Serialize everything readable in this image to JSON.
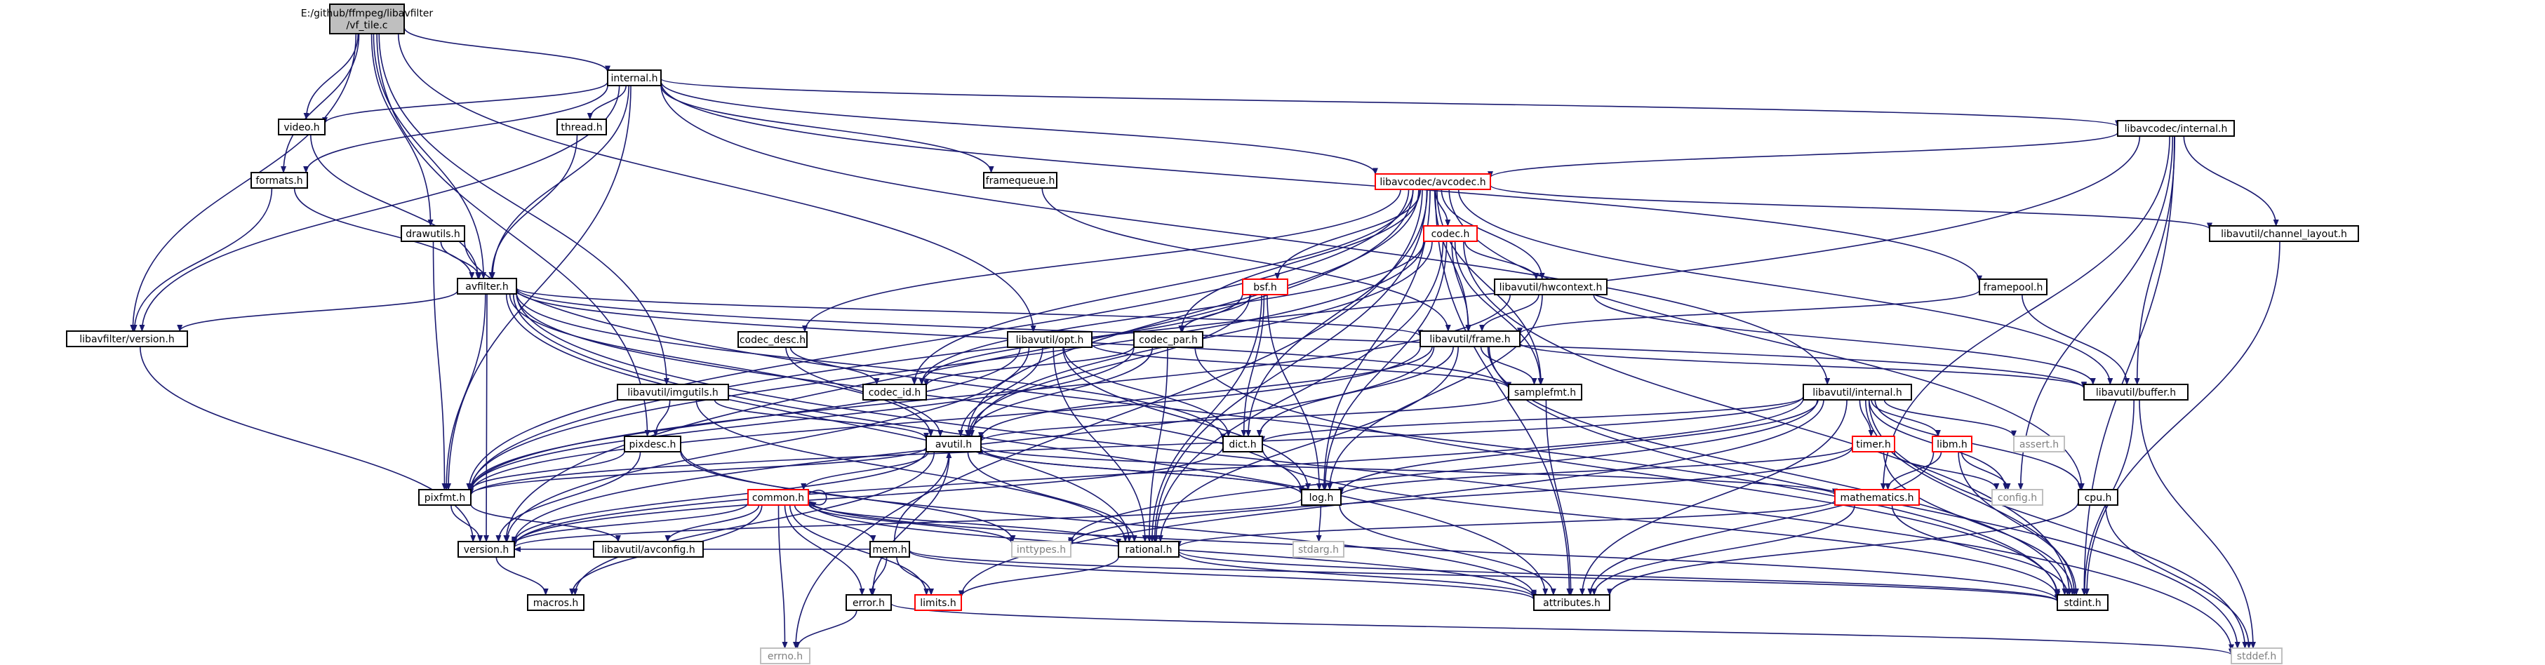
{
  "colors": {
    "edge": "#191970",
    "root_fill": "#bfbfbf",
    "box_border": "#000000",
    "truncated_border": "#ff0000",
    "external_border": "#bfbfbf",
    "external_text": "#7f7f7f"
  },
  "nodes": [
    {
      "id": "root",
      "label": "E:/github/ffmpeg/libavfilter\n/vf_tile.c",
      "kind": "root"
    },
    {
      "id": "internal_h",
      "label": "internal.h",
      "kind": "normal"
    },
    {
      "id": "video_h",
      "label": "video.h",
      "kind": "normal"
    },
    {
      "id": "thread_h",
      "label": "thread.h",
      "kind": "normal"
    },
    {
      "id": "formats_h",
      "label": "formats.h",
      "kind": "normal"
    },
    {
      "id": "framequeue_h",
      "label": "framequeue.h",
      "kind": "normal"
    },
    {
      "id": "drawutils_h",
      "label": "drawutils.h",
      "kind": "normal"
    },
    {
      "id": "avfilter_h",
      "label": "avfilter.h",
      "kind": "normal"
    },
    {
      "id": "lavfi_version_h",
      "label": "libavfilter/version.h",
      "kind": "normal"
    },
    {
      "id": "lavc_internal_h",
      "label": "libavcodec/internal.h",
      "kind": "normal"
    },
    {
      "id": "lavc_avcodec_h",
      "label": "libavcodec/avcodec.h",
      "kind": "truncated"
    },
    {
      "id": "codec_h",
      "label": "codec.h",
      "kind": "truncated"
    },
    {
      "id": "bsf_h",
      "label": "bsf.h",
      "kind": "truncated"
    },
    {
      "id": "hwcontext_h",
      "label": "libavutil/hwcontext.h",
      "kind": "normal"
    },
    {
      "id": "channel_layout_h",
      "label": "libavutil/channel_layout.h",
      "kind": "normal"
    },
    {
      "id": "framepool_h",
      "label": "framepool.h",
      "kind": "normal"
    },
    {
      "id": "codec_desc_h",
      "label": "codec_desc.h",
      "kind": "normal"
    },
    {
      "id": "codec_par_h",
      "label": "codec_par.h",
      "kind": "normal"
    },
    {
      "id": "opt_h",
      "label": "libavutil/opt.h",
      "kind": "normal"
    },
    {
      "id": "frame_h",
      "label": "libavutil/frame.h",
      "kind": "normal"
    },
    {
      "id": "buffer_h",
      "label": "libavutil/buffer.h",
      "kind": "normal"
    },
    {
      "id": "codec_id_h",
      "label": "codec_id.h",
      "kind": "normal"
    },
    {
      "id": "imgutils_h",
      "label": "libavutil/imgutils.h",
      "kind": "normal"
    },
    {
      "id": "samplefmt_h",
      "label": "samplefmt.h",
      "kind": "normal"
    },
    {
      "id": "lavu_internal_h",
      "label": "libavutil/internal.h",
      "kind": "normal"
    },
    {
      "id": "pixdesc_h",
      "label": "pixdesc.h",
      "kind": "normal"
    },
    {
      "id": "avutil_h",
      "label": "avutil.h",
      "kind": "normal"
    },
    {
      "id": "dict_h",
      "label": "dict.h",
      "kind": "normal"
    },
    {
      "id": "timer_h",
      "label": "timer.h",
      "kind": "truncated"
    },
    {
      "id": "libm_h",
      "label": "libm.h",
      "kind": "truncated"
    },
    {
      "id": "assert_h",
      "label": "assert.h",
      "kind": "external"
    },
    {
      "id": "pixfmt_h",
      "label": "pixfmt.h",
      "kind": "normal"
    },
    {
      "id": "log_h",
      "label": "log.h",
      "kind": "normal"
    },
    {
      "id": "mathematics_h",
      "label": "mathematics.h",
      "kind": "truncated"
    },
    {
      "id": "config_h",
      "label": "config.h",
      "kind": "external"
    },
    {
      "id": "cpu_h",
      "label": "cpu.h",
      "kind": "normal"
    },
    {
      "id": "common_h",
      "label": "common.h",
      "kind": "truncated"
    },
    {
      "id": "version_h",
      "label": "version.h",
      "kind": "normal"
    },
    {
      "id": "avconfig_h",
      "label": "libavutil/avconfig.h",
      "kind": "normal"
    },
    {
      "id": "inttypes_h",
      "label": "inttypes.h",
      "kind": "external"
    },
    {
      "id": "mem_h",
      "label": "mem.h",
      "kind": "normal"
    },
    {
      "id": "rational_h",
      "label": "rational.h",
      "kind": "normal"
    },
    {
      "id": "stdarg_h",
      "label": "stdarg.h",
      "kind": "external"
    },
    {
      "id": "macros_h",
      "label": "macros.h",
      "kind": "normal"
    },
    {
      "id": "error_h",
      "label": "error.h",
      "kind": "normal"
    },
    {
      "id": "limits_h",
      "label": "limits.h",
      "kind": "truncated"
    },
    {
      "id": "attributes_h",
      "label": "attributes.h",
      "kind": "normal"
    },
    {
      "id": "stdint_h",
      "label": "stdint.h",
      "kind": "normal"
    },
    {
      "id": "errno_h",
      "label": "errno.h",
      "kind": "external"
    },
    {
      "id": "stddef_h",
      "label": "stddef.h",
      "kind": "external"
    }
  ],
  "edges": [
    [
      "root",
      "internal_h"
    ],
    [
      "root",
      "video_h"
    ],
    [
      "root",
      "formats_h"
    ],
    [
      "root",
      "drawutils_h"
    ],
    [
      "root",
      "avfilter_h"
    ],
    [
      "root",
      "lavfi_version_h"
    ],
    [
      "root",
      "pixdesc_h"
    ],
    [
      "root",
      "opt_h"
    ],
    [
      "root",
      "imgutils_h"
    ],
    [
      "internal_h",
      "video_h"
    ],
    [
      "internal_h",
      "thread_h"
    ],
    [
      "internal_h",
      "formats_h"
    ],
    [
      "internal_h",
      "framequeue_h"
    ],
    [
      "internal_h",
      "avfilter_h"
    ],
    [
      "internal_h",
      "lavfi_version_h"
    ],
    [
      "internal_h",
      "lavc_internal_h"
    ],
    [
      "internal_h",
      "lavc_avcodec_h"
    ],
    [
      "internal_h",
      "framepool_h"
    ],
    [
      "internal_h",
      "lavu_internal_h"
    ],
    [
      "internal_h",
      "pixfmt_h"
    ],
    [
      "video_h",
      "avfilter_h"
    ],
    [
      "thread_h",
      "avfilter_h"
    ],
    [
      "formats_h",
      "avfilter_h"
    ],
    [
      "formats_h",
      "lavfi_version_h"
    ],
    [
      "framequeue_h",
      "frame_h"
    ],
    [
      "drawutils_h",
      "avfilter_h"
    ],
    [
      "drawutils_h",
      "pixfmt_h"
    ],
    [
      "drawutils_h",
      "stdint_h"
    ],
    [
      "avfilter_h",
      "lavfi_version_h"
    ],
    [
      "avfilter_h",
      "attributes_h"
    ],
    [
      "avfilter_h",
      "avutil_h"
    ],
    [
      "avfilter_h",
      "buffer_h"
    ],
    [
      "avfilter_h",
      "dict_h"
    ],
    [
      "avfilter_h",
      "frame_h"
    ],
    [
      "avfilter_h",
      "log_h"
    ],
    [
      "avfilter_h",
      "samplefmt_h"
    ],
    [
      "avfilter_h",
      "pixfmt_h"
    ],
    [
      "avfilter_h",
      "rational_h"
    ],
    [
      "avfilter_h",
      "stddef_h"
    ],
    [
      "avfilter_h",
      "version_h"
    ],
    [
      "lavfi_version_h",
      "version_h"
    ],
    [
      "lavc_internal_h",
      "lavc_avcodec_h"
    ],
    [
      "lavc_internal_h",
      "channel_layout_h"
    ],
    [
      "lavc_internal_h",
      "buffer_h"
    ],
    [
      "lavc_internal_h",
      "pixfmt_h"
    ],
    [
      "lavc_internal_h",
      "mathematics_h"
    ],
    [
      "lavc_internal_h",
      "config_h"
    ],
    [
      "lavc_internal_h",
      "stdint_h"
    ],
    [
      "lavc_avcodec_h",
      "errno_h"
    ],
    [
      "lavc_avcodec_h",
      "samplefmt_h"
    ],
    [
      "lavc_avcodec_h",
      "attributes_h"
    ],
    [
      "lavc_avcodec_h",
      "avutil_h"
    ],
    [
      "lavc_avcodec_h",
      "buffer_h"
    ],
    [
      "lavc_avcodec_h",
      "cpu_h"
    ],
    [
      "lavc_avcodec_h",
      "channel_layout_h"
    ],
    [
      "lavc_avcodec_h",
      "dict_h"
    ],
    [
      "lavc_avcodec_h",
      "frame_h"
    ],
    [
      "lavc_avcodec_h",
      "hwcontext_h"
    ],
    [
      "lavc_avcodec_h",
      "log_h"
    ],
    [
      "lavc_avcodec_h",
      "pixfmt_h"
    ],
    [
      "lavc_avcodec_h",
      "rational_h"
    ],
    [
      "lavc_avcodec_h",
      "codec_h"
    ],
    [
      "lavc_avcodec_h",
      "codec_desc_h"
    ],
    [
      "lavc_avcodec_h",
      "codec_par_h"
    ],
    [
      "lavc_avcodec_h",
      "codec_id_h"
    ],
    [
      "lavc_avcodec_h",
      "bsf_h"
    ],
    [
      "lavc_avcodec_h",
      "version_h"
    ],
    [
      "codec_h",
      "stdint_h"
    ],
    [
      "codec_h",
      "avutil_h"
    ],
    [
      "codec_h",
      "hwcontext_h"
    ],
    [
      "codec_h",
      "log_h"
    ],
    [
      "codec_h",
      "pixfmt_h"
    ],
    [
      "codec_h",
      "rational_h"
    ],
    [
      "codec_h",
      "samplefmt_h"
    ],
    [
      "codec_h",
      "codec_id_h"
    ],
    [
      "codec_h",
      "frame_h"
    ],
    [
      "bsf_h",
      "dict_h"
    ],
    [
      "bsf_h",
      "log_h"
    ],
    [
      "bsf_h",
      "rational_h"
    ],
    [
      "bsf_h",
      "codec_id_h"
    ],
    [
      "bsf_h",
      "codec_par_h"
    ],
    [
      "bsf_h",
      "avutil_h"
    ],
    [
      "hwcontext_h",
      "buffer_h"
    ],
    [
      "hwcontext_h",
      "frame_h"
    ],
    [
      "hwcontext_h",
      "log_h"
    ],
    [
      "hwcontext_h",
      "pixfmt_h"
    ],
    [
      "channel_layout_h",
      "stdint_h"
    ],
    [
      "framepool_h",
      "buffer_h"
    ],
    [
      "framepool_h",
      "frame_h"
    ],
    [
      "codec_desc_h",
      "avutil_h"
    ],
    [
      "codec_desc_h",
      "codec_id_h"
    ],
    [
      "codec_par_h",
      "stdint_h"
    ],
    [
      "codec_par_h",
      "avutil_h"
    ],
    [
      "codec_par_h",
      "rational_h"
    ],
    [
      "codec_par_h",
      "pixfmt_h"
    ],
    [
      "codec_par_h",
      "codec_id_h"
    ],
    [
      "opt_h",
      "rational_h"
    ],
    [
      "opt_h",
      "avutil_h"
    ],
    [
      "opt_h",
      "dict_h"
    ],
    [
      "opt_h",
      "log_h"
    ],
    [
      "opt_h",
      "pixfmt_h"
    ],
    [
      "opt_h",
      "samplefmt_h"
    ],
    [
      "opt_h",
      "version_h"
    ],
    [
      "frame_h",
      "stddef_h"
    ],
    [
      "frame_h",
      "stdint_h"
    ],
    [
      "frame_h",
      "avutil_h"
    ],
    [
      "frame_h",
      "buffer_h"
    ],
    [
      "frame_h",
      "dict_h"
    ],
    [
      "frame_h",
      "rational_h"
    ],
    [
      "frame_h",
      "samplefmt_h"
    ],
    [
      "frame_h",
      "pixfmt_h"
    ],
    [
      "frame_h",
      "version_h"
    ],
    [
      "buffer_h",
      "stddef_h"
    ],
    [
      "buffer_h",
      "stdint_h"
    ],
    [
      "imgutils_h",
      "avutil_h"
    ],
    [
      "imgutils_h",
      "pixdesc_h"
    ],
    [
      "imgutils_h",
      "rational_h"
    ],
    [
      "samplefmt_h",
      "avutil_h"
    ],
    [
      "samplefmt_h",
      "attributes_h"
    ],
    [
      "lavu_internal_h",
      "limits_h"
    ],
    [
      "lavu_internal_h",
      "stdint_h"
    ],
    [
      "lavu_internal_h",
      "stddef_h"
    ],
    [
      "lavu_internal_h",
      "assert_h"
    ],
    [
      "lavu_internal_h",
      "config_h"
    ],
    [
      "lavu_internal_h",
      "attributes_h"
    ],
    [
      "lavu_internal_h",
      "timer_h"
    ],
    [
      "lavu_internal_h",
      "cpu_h"
    ],
    [
      "lavu_internal_h",
      "dict_h"
    ],
    [
      "lavu_internal_h",
      "pixfmt_h"
    ],
    [
      "lavu_internal_h",
      "version_h"
    ],
    [
      "lavu_internal_h",
      "libm_h"
    ],
    [
      "lavu_internal_h",
      "log_h"
    ],
    [
      "lavu_internal_h",
      "inttypes_h"
    ],
    [
      "pixdesc_h",
      "inttypes_h"
    ],
    [
      "pixdesc_h",
      "attributes_h"
    ],
    [
      "pixdesc_h",
      "pixfmt_h"
    ],
    [
      "pixdesc_h",
      "version_h"
    ],
    [
      "avutil_h",
      "common_h"
    ],
    [
      "avutil_h",
      "error_h"
    ],
    [
      "avutil_h",
      "rational_h"
    ],
    [
      "avutil_h",
      "version_h"
    ],
    [
      "avutil_h",
      "macros_h"
    ],
    [
      "avutil_h",
      "mathematics_h"
    ],
    [
      "avutil_h",
      "log_h"
    ],
    [
      "avutil_h",
      "pixfmt_h"
    ],
    [
      "dict_h",
      "stdint_h"
    ],
    [
      "dict_h",
      "version_h"
    ],
    [
      "timer_h",
      "config_h"
    ],
    [
      "timer_h",
      "stdint_h"
    ],
    [
      "timer_h",
      "inttypes_h"
    ],
    [
      "timer_h",
      "log_h"
    ],
    [
      "libm_h",
      "config_h"
    ],
    [
      "libm_h",
      "attributes_h"
    ],
    [
      "libm_h",
      "mathematics_h"
    ],
    [
      "libm_h",
      "stdint_h"
    ],
    [
      "pixfmt_h",
      "avconfig_h"
    ],
    [
      "pixfmt_h",
      "version_h"
    ],
    [
      "log_h",
      "stdarg_h"
    ],
    [
      "log_h",
      "avutil_h"
    ],
    [
      "log_h",
      "attributes_h"
    ],
    [
      "log_h",
      "version_h"
    ],
    [
      "mathematics_h",
      "stdint_h"
    ],
    [
      "mathematics_h",
      "attributes_h"
    ],
    [
      "mathematics_h",
      "rational_h"
    ],
    [
      "mathematics_h",
      "intfloat_h"
    ],
    [
      "cpu_h",
      "attributes_h"
    ],
    [
      "cpu_h",
      "stddef_h"
    ],
    [
      "common_h",
      "errno_h"
    ],
    [
      "common_h",
      "inttypes_h"
    ],
    [
      "common_h",
      "limits_h"
    ],
    [
      "common_h",
      "attributes_h"
    ],
    [
      "common_h",
      "macros_h"
    ],
    [
      "common_h",
      "version_h"
    ],
    [
      "common_h",
      "avconfig_h"
    ],
    [
      "common_h",
      "mem_h"
    ],
    [
      "common_h",
      "error_h"
    ],
    [
      "common_h",
      "common_h"
    ],
    [
      "common_h",
      "rational_h"
    ],
    [
      "common_h",
      "stdint_h"
    ],
    [
      "version_h",
      "macros_h"
    ],
    [
      "mem_h",
      "limits_h"
    ],
    [
      "mem_h",
      "stdint_h"
    ],
    [
      "mem_h",
      "attributes_h"
    ],
    [
      "mem_h",
      "error_h"
    ],
    [
      "mem_h",
      "avutil_h"
    ],
    [
      "mem_h",
      "version_h"
    ],
    [
      "rational_h",
      "stdint_h"
    ],
    [
      "rational_h",
      "limits_h"
    ],
    [
      "rational_h",
      "attributes_h"
    ],
    [
      "error_h",
      "errno_h"
    ],
    [
      "error_h",
      "stddef_h"
    ]
  ]
}
